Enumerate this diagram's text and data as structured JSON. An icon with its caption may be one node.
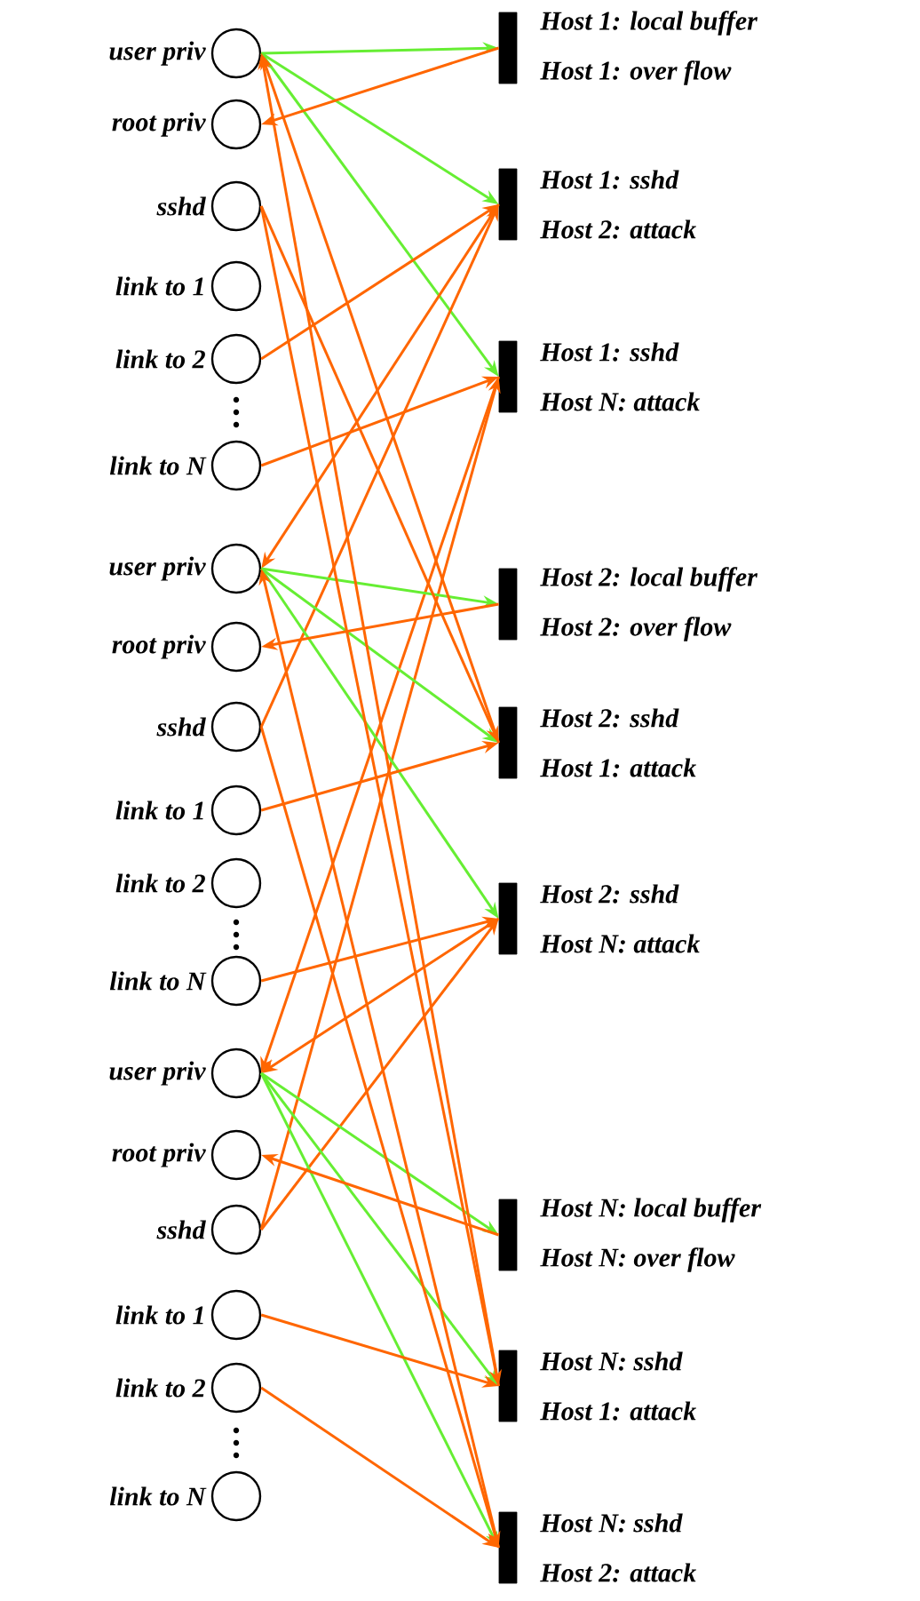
{
  "diagram": {
    "nodes": [
      {
        "text": [],
        "shape": "circle",
        "beside": [
          "user priv"
        ]
      },
      {
        "text": [],
        "shape": "circle",
        "beside": [
          "root priv"
        ]
      },
      {
        "text": [],
        "shape": "circle",
        "beside": [
          "sshd"
        ]
      },
      {
        "text": [],
        "shape": "circle",
        "beside": [
          "link to 1"
        ]
      },
      {
        "text": [],
        "shape": "circle",
        "beside": [
          "link to 2"
        ]
      },
      {
        "text": [],
        "shape": "circle",
        "beside": [
          "link to N"
        ]
      },
      {
        "text": [],
        "shape": "circle",
        "beside": [
          "user priv"
        ]
      },
      {
        "text": [],
        "shape": "circle",
        "beside": [
          "root priv"
        ]
      },
      {
        "text": [],
        "shape": "circle",
        "beside": [
          "sshd"
        ]
      },
      {
        "text": [],
        "shape": "circle",
        "beside": [
          "link to 1"
        ]
      },
      {
        "text": [],
        "shape": "circle",
        "beside": [
          "link to 2"
        ]
      },
      {
        "text": [],
        "shape": "circle",
        "beside": [
          "link to N"
        ]
      },
      {
        "text": [],
        "shape": "circle",
        "beside": [
          "user priv"
        ]
      },
      {
        "text": [],
        "shape": "circle",
        "beside": [
          "root priv"
        ]
      },
      {
        "text": [],
        "shape": "circle",
        "beside": [
          "sshd"
        ]
      },
      {
        "text": [],
        "shape": "circle",
        "beside": [
          "link to 1"
        ]
      },
      {
        "text": [],
        "shape": "circle",
        "beside": [
          "link to 2"
        ]
      },
      {
        "text": [],
        "shape": "circle",
        "beside": [
          "link to N"
        ]
      },
      {
        "text": [],
        "shape": "bar",
        "beside": [
          "Host 1: local buffer",
          "Host 1: over flow"
        ]
      },
      {
        "text": [],
        "shape": "bar",
        "beside": [
          "Host 1: sshd",
          "Host 2: attack"
        ]
      },
      {
        "text": [],
        "shape": "bar",
        "beside": [
          "Host 1: sshd",
          "Host N: attack"
        ]
      },
      {
        "text": [],
        "shape": "bar",
        "beside": [
          "Host 2: local buffer",
          "Host 2: over flow"
        ]
      },
      {
        "text": [],
        "shape": "bar",
        "beside": [
          "Host 2: sshd",
          "Host 1: attack"
        ]
      },
      {
        "text": [],
        "shape": "bar",
        "beside": [
          "Host 2: sshd",
          "Host N: attack"
        ]
      },
      {
        "text": [],
        "shape": "bar",
        "beside": [
          "Host N: local buffer",
          "Host N: over flow"
        ]
      },
      {
        "text": [],
        "shape": "bar",
        "beside": [
          "Host N: sshd",
          "Host 1: attack"
        ]
      },
      {
        "text": [],
        "shape": "bar",
        "beside": [
          "Host N: sshd",
          "Host 2: attack"
        ]
      }
    ],
    "edges": [
      {
        "from": 0,
        "to": 18,
        "arrow": "to",
        "color": "#66ee33"
      },
      {
        "from": 0,
        "to": 19,
        "arrow": "to",
        "color": "#66ee33"
      },
      {
        "from": 0,
        "to": 20,
        "arrow": "to",
        "color": "#66ee33"
      },
      {
        "from": 18,
        "to": 1,
        "arrow": "to"
      },
      {
        "from": 4,
        "to": 19,
        "arrow": "to"
      },
      {
        "from": 8,
        "to": 19,
        "arrow": "to"
      },
      {
        "from": 19,
        "to": 6,
        "arrow": "to"
      },
      {
        "from": 5,
        "to": 20,
        "arrow": "to"
      },
      {
        "from": 14,
        "to": 20,
        "arrow": "to"
      },
      {
        "from": 20,
        "to": 12,
        "arrow": "to"
      },
      {
        "from": 6,
        "to": 21,
        "arrow": "to",
        "color": "#66ee33"
      },
      {
        "from": 6,
        "to": 22,
        "arrow": "to",
        "color": "#66ee33"
      },
      {
        "from": 6,
        "to": 23,
        "arrow": "to",
        "color": "#66ee33"
      },
      {
        "from": 21,
        "to": 7,
        "arrow": "to"
      },
      {
        "from": 9,
        "to": 22,
        "arrow": "to"
      },
      {
        "from": 2,
        "to": 22,
        "arrow": "to"
      },
      {
        "from": 22,
        "to": 0,
        "arrow": "to"
      },
      {
        "from": 11,
        "to": 23,
        "arrow": "to"
      },
      {
        "from": 14,
        "to": 23,
        "arrow": "to"
      },
      {
        "from": 23,
        "to": 12,
        "arrow": "to"
      },
      {
        "from": 12,
        "to": 24,
        "arrow": "to",
        "color": "#66ee33"
      },
      {
        "from": 12,
        "to": 25,
        "arrow": "to",
        "color": "#66ee33"
      },
      {
        "from": 12,
        "to": 26,
        "arrow": "to",
        "color": "#66ee33"
      },
      {
        "from": 24,
        "to": 13,
        "arrow": "to"
      },
      {
        "from": 15,
        "to": 25,
        "arrow": "to"
      },
      {
        "from": 2,
        "to": 25,
        "arrow": "to"
      },
      {
        "from": 25,
        "to": 0,
        "arrow": "to"
      },
      {
        "from": 16,
        "to": 26,
        "arrow": "to"
      },
      {
        "from": 8,
        "to": 26,
        "arrow": "to"
      },
      {
        "from": 26,
        "to": 6,
        "arrow": "to"
      }
    ]
  }
}
